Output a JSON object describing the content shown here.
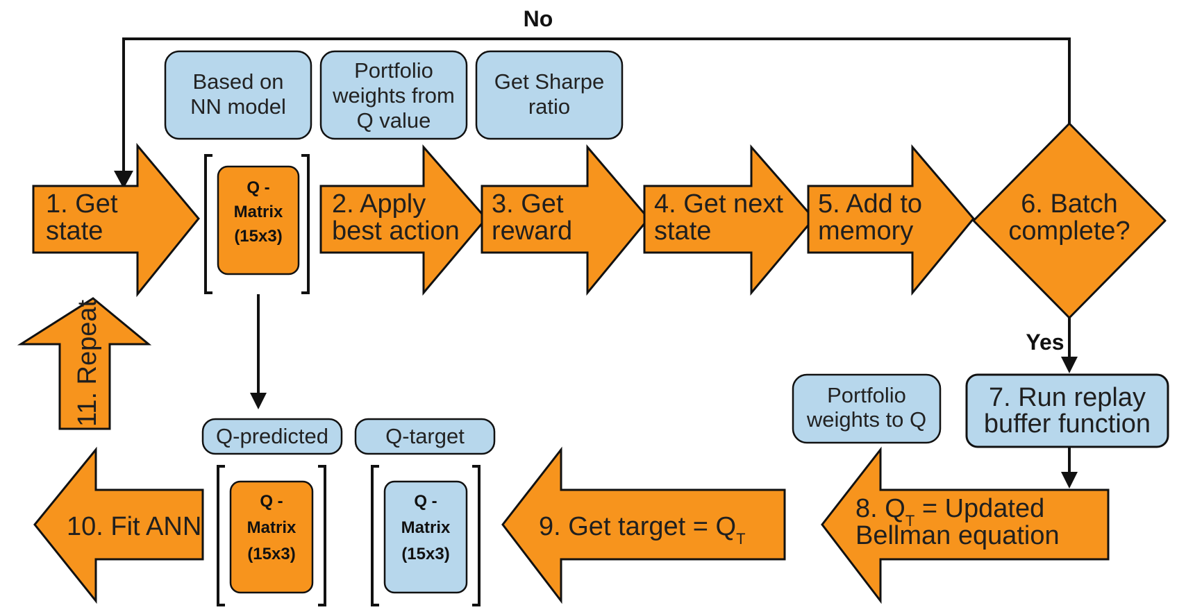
{
  "colors": {
    "orange": "#f7941d",
    "blue": "#b7d7ec",
    "stroke": "#111111",
    "text": "#1f1f1f"
  },
  "flow": {
    "no_label": "No",
    "yes_label": "Yes"
  },
  "steps": {
    "s1": [
      "1. Get",
      "state"
    ],
    "s2": [
      "2. Apply",
      "best action"
    ],
    "s3": [
      "3. Get",
      "reward"
    ],
    "s4": [
      "4. Get next",
      "state"
    ],
    "s5": [
      "5. Add to",
      "memory"
    ],
    "s6": [
      "6. Batch",
      "complete?"
    ],
    "s7": [
      "7. Run replay",
      "buffer function"
    ],
    "s8_prefix": "8. Q",
    "s8_sub": "T",
    "s8_rest": " = Updated",
    "s8_line2": "Bellman equation",
    "s9_main": "9. Get target = Q",
    "s9_sub": "T",
    "s10": "10. Fit ANN",
    "s11": "11. Repeat"
  },
  "notes": {
    "nn_model": [
      "Based on",
      "NN model"
    ],
    "portfolio_weights": [
      "Portfolio",
      "weights from",
      "Q value"
    ],
    "sharpe": [
      "Get Sharpe",
      "ratio"
    ],
    "weights_to_q": [
      "Portfolio",
      "weights to Q"
    ],
    "q_predicted": "Q-predicted",
    "q_target": "Q-target"
  },
  "matrices": {
    "top": [
      "Q -",
      "Matrix",
      "(15x3)"
    ],
    "predicted": [
      "Q -",
      "Matrix",
      "(15x3)"
    ],
    "target": [
      "Q -",
      "Matrix",
      "(15x3)"
    ]
  }
}
